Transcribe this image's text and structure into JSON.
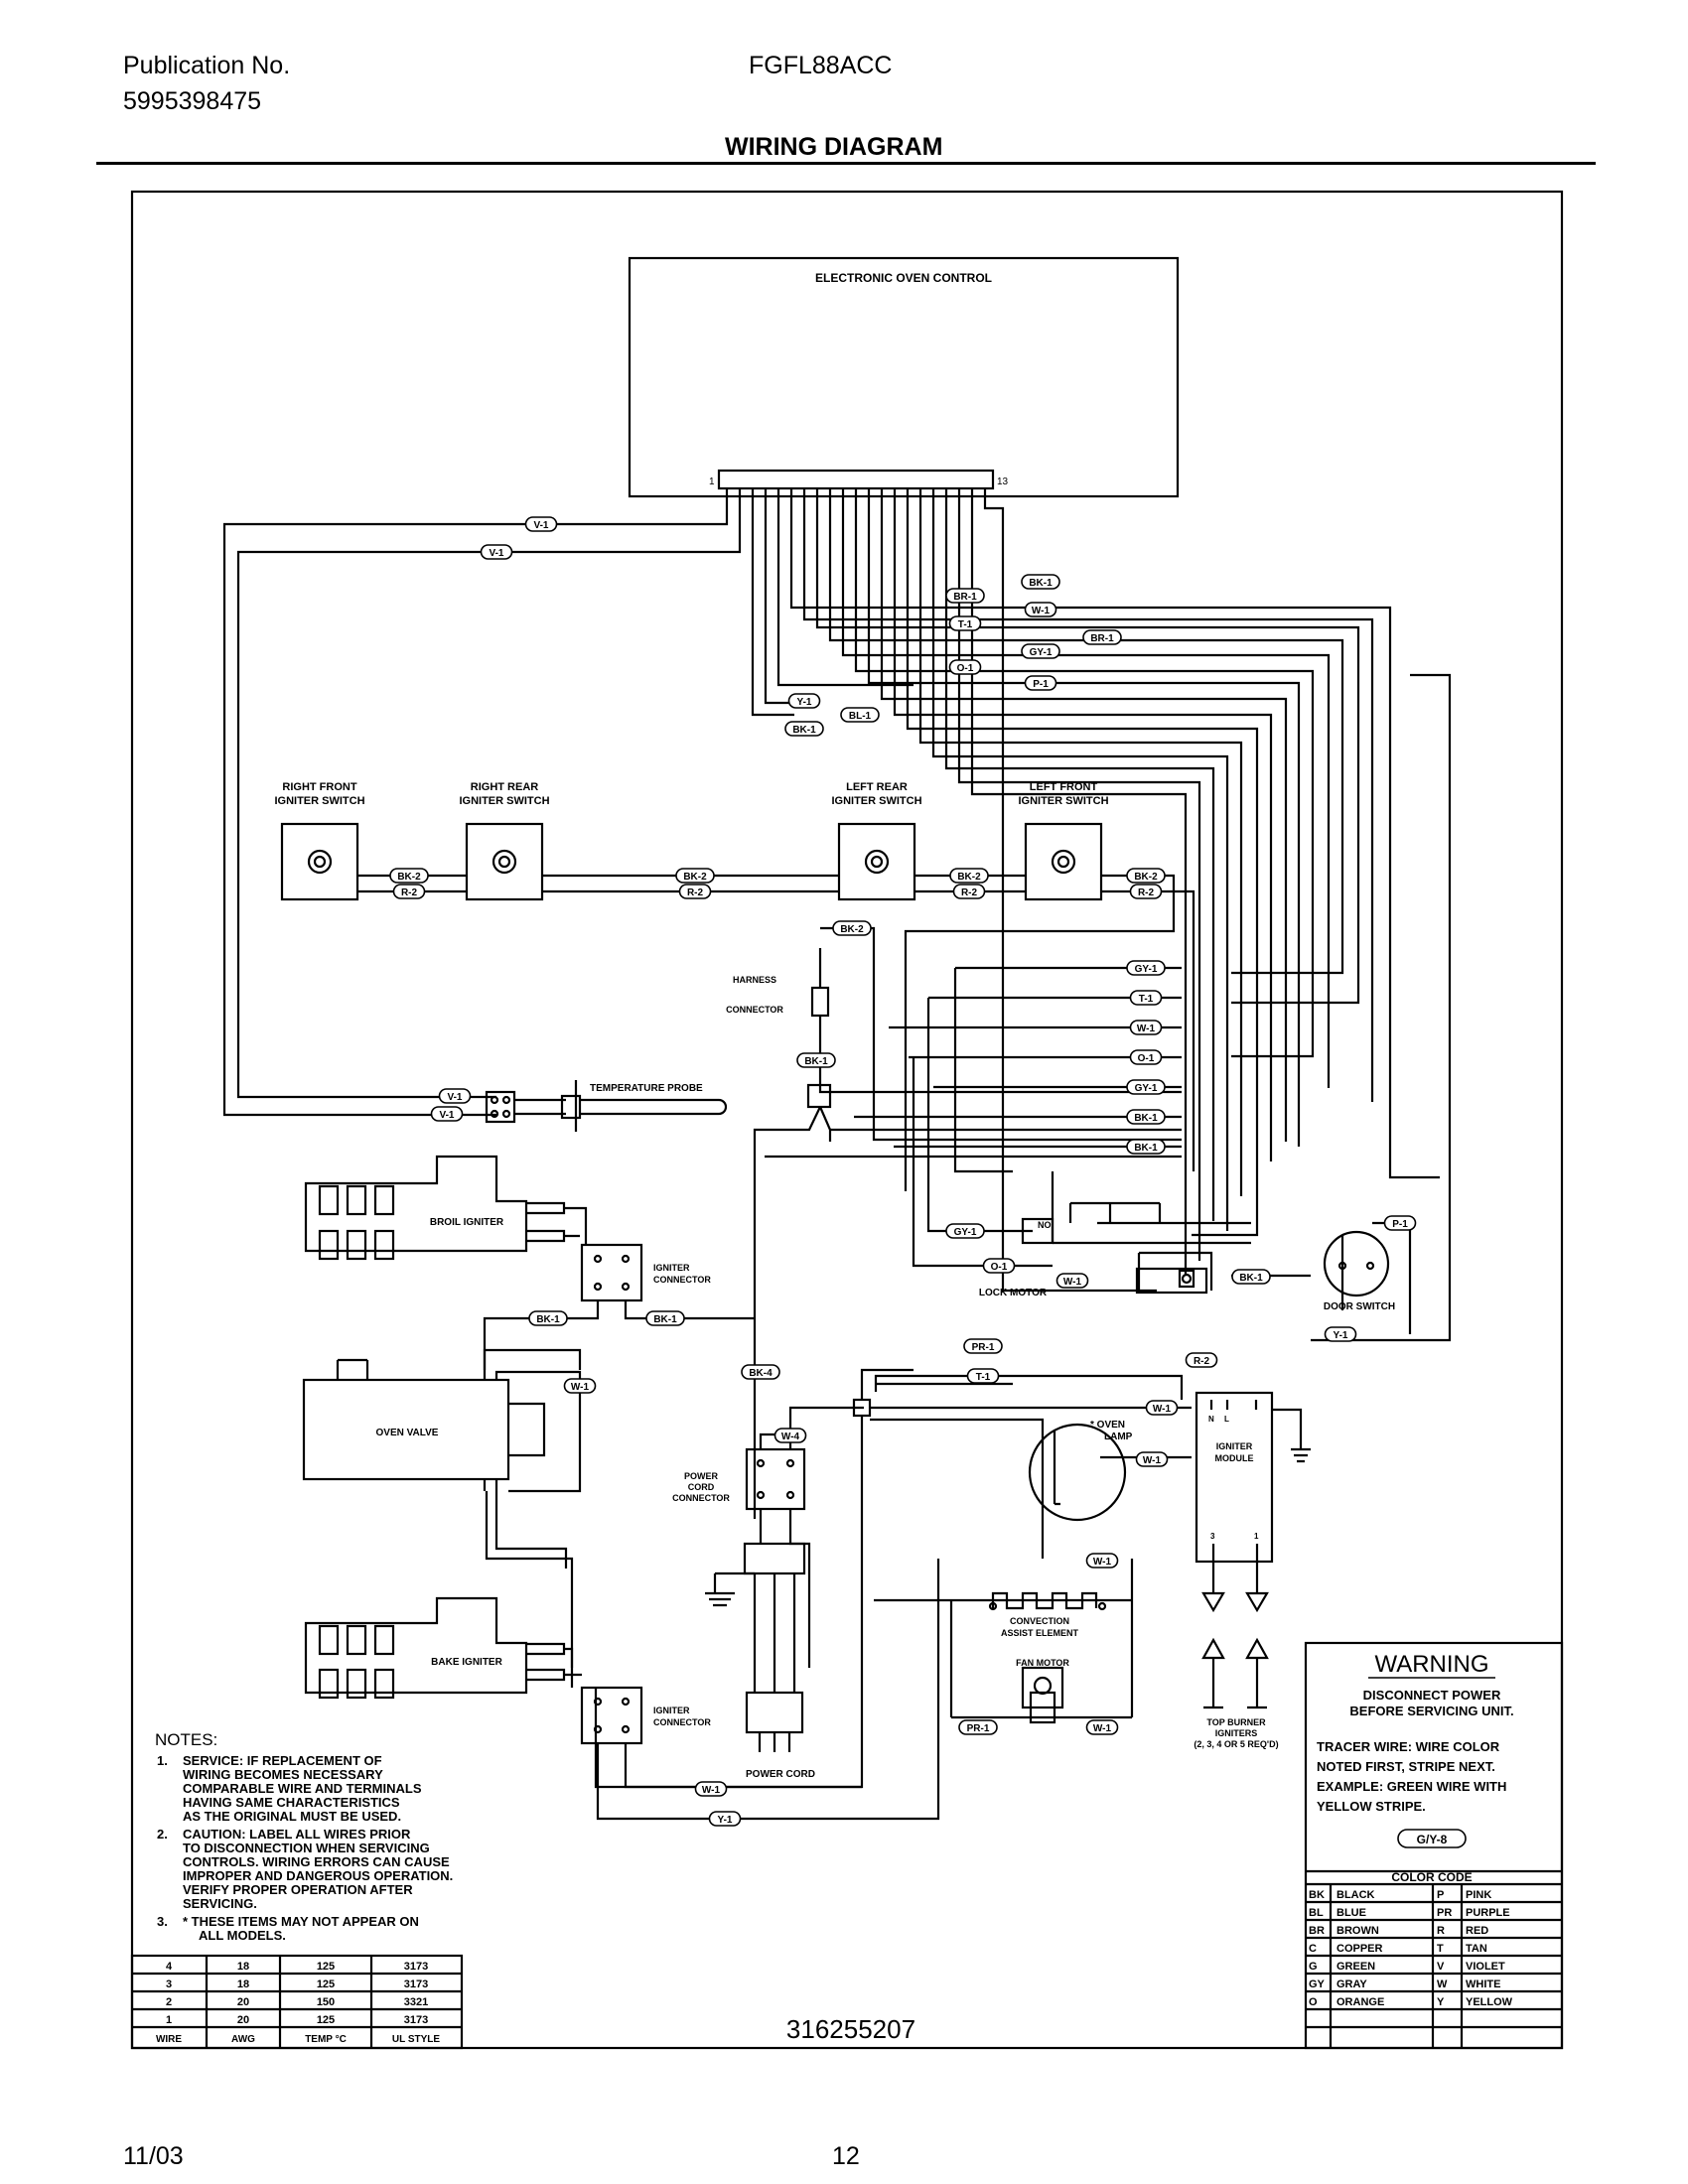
{
  "header": {
    "publication_label": "Publication No.",
    "publication_number": "5995398475",
    "model": "FGFL88ACC",
    "title": "WIRING DIAGRAM"
  },
  "diagram": {
    "eoc_title": "ELECTRONIC OVEN CONTROL",
    "pin_first": "1",
    "pin_last": "13",
    "switches": {
      "right_front": [
        "RIGHT FRONT",
        "IGNITER SWITCH"
      ],
      "right_rear": [
        "RIGHT REAR",
        "IGNITER SWITCH"
      ],
      "left_rear": [
        "LEFT REAR",
        "IGNITER SWITCH"
      ],
      "left_front": [
        "LEFT FRONT",
        "IGNITER SWITCH"
      ]
    },
    "components": {
      "harness_connector": [
        "HARNESS",
        "CONNECTOR"
      ],
      "temperature_probe": "TEMPERATURE PROBE",
      "broil_igniter": "BROIL IGNITER",
      "igniter_connector": [
        "IGNITER",
        "CONNECTOR"
      ],
      "lock_motor": "LOCK MOTOR",
      "door_switch": "DOOR SWITCH",
      "no_contact": "NO",
      "oven_valve": "OVEN VALVE",
      "oven_lamp": [
        "* OVEN",
        "LAMP"
      ],
      "igniter_module": [
        "IGNITER",
        "MODULE"
      ],
      "module_terminals": [
        "N",
        "L",
        "3",
        "1"
      ],
      "power_cord_connector": [
        "POWER",
        "CORD",
        "CONNECTOR"
      ],
      "convection_element": [
        "CONVECTION",
        "ASSIST ELEMENT"
      ],
      "fan_motor": "FAN MOTOR",
      "bake_igniter": "BAKE IGNITER",
      "power_cord": "POWER CORD",
      "top_burner_igniters": [
        "TOP BURNER",
        "IGNITERS",
        "(2, 3, 4 OR 5 REQ'D)"
      ]
    },
    "wire_tags": {
      "eoc_left": [
        "V-1",
        "V-1"
      ],
      "eoc_right": [
        "BK-1",
        "BR-1",
        "W-1",
        "T-1",
        "BR-1",
        "GY-1",
        "O-1",
        "P-1",
        "Y-1",
        "BL-1",
        "BK-1"
      ],
      "switch_row": [
        "BK-2",
        "R-2",
        "BK-2",
        "R-2",
        "BK-2",
        "R-2",
        "BK-2",
        "R-2"
      ],
      "right_bus": [
        "GY-1",
        "T-1",
        "W-1",
        "O-1",
        "GY-1",
        "BK-1",
        "BK-1"
      ],
      "harness": [
        "BK-2",
        "BK-1"
      ],
      "probe": [
        "V-1",
        "V-1"
      ],
      "lock_area": [
        "GY-1",
        "O-1",
        "W-1",
        "BK-1",
        "P-1",
        "Y-1"
      ],
      "valve_area": [
        "BK-1",
        "BK-1",
        "W-1"
      ],
      "power_area": [
        "BK-4",
        "W-4"
      ],
      "module_area": [
        "PR-1",
        "T-1",
        "R-2",
        "W-1",
        "W-1"
      ],
      "fan_area": [
        "W-1",
        "PR-1",
        "W-1"
      ],
      "bottom": [
        "W-1",
        "Y-1"
      ]
    },
    "drawing_number": "316255207"
  },
  "notes": {
    "heading": "NOTES:",
    "items": [
      [
        "1.",
        "SERVICE:  IF REPLACEMENT OF",
        "WIRING BECOMES NECESSARY",
        "COMPARABLE WIRE AND TERMINALS",
        "HAVING SAME CHARACTERISTICS",
        "AS THE ORIGINAL MUST BE USED."
      ],
      [
        "2.",
        "CAUTION:  LABEL ALL WIRES PRIOR",
        "TO DISCONNECTION WHEN SERVICING",
        "CONTROLS.  WIRING ERRORS CAN CAUSE",
        "IMPROPER AND DANGEROUS OPERATION.",
        "VERIFY PROPER OPERATION AFTER",
        "SERVICING."
      ],
      [
        "3.",
        "* THESE ITEMS MAY NOT APPEAR ON",
        "ALL MODELS."
      ]
    ]
  },
  "wire_table": {
    "columns": [
      "WIRE",
      "AWG",
      "TEMP °C",
      "UL STYLE"
    ],
    "rows": [
      [
        "4",
        "18",
        "125",
        "3173"
      ],
      [
        "3",
        "18",
        "125",
        "3173"
      ],
      [
        "2",
        "20",
        "150",
        "3321"
      ],
      [
        "1",
        "20",
        "125",
        "3173"
      ]
    ]
  },
  "warning": {
    "title": "WARNING",
    "lines": [
      "DISCONNECT POWER",
      "BEFORE SERVICING UNIT."
    ],
    "tracer": [
      "TRACER WIRE:  WIRE COLOR",
      "NOTED FIRST, STRIPE NEXT.",
      "EXAMPLE:  GREEN WIRE WITH",
      "YELLOW STRIPE."
    ],
    "example_tag": "G/Y-8"
  },
  "color_code": {
    "title": "COLOR CODE",
    "rows": [
      [
        "BK",
        "BLACK",
        "P",
        "PINK"
      ],
      [
        "BL",
        "BLUE",
        "PR",
        "PURPLE"
      ],
      [
        "BR",
        "BROWN",
        "R",
        "RED"
      ],
      [
        "C",
        "COPPER",
        "T",
        "TAN"
      ],
      [
        "G",
        "GREEN",
        "V",
        "VIOLET"
      ],
      [
        "GY",
        "GRAY",
        "W",
        "WHITE"
      ],
      [
        "O",
        "ORANGE",
        "Y",
        "YELLOW"
      ]
    ]
  },
  "footer": {
    "date": "11/03",
    "page": "12"
  }
}
